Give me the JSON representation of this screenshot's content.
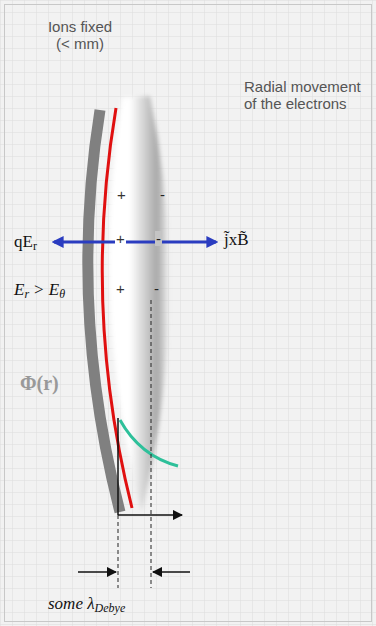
{
  "diagram": {
    "labels": [
      "Ions fixed (< mm)",
      "Radial movement of the electrons",
      "+",
      "+",
      "+",
      "-",
      "-",
      "-",
      "qE",
      "r",
      "j̃xB̃",
      "E",
      "r",
      "> E",
      "θ",
      "Φ(r)",
      "some λ",
      "Debye"
    ]
  }
}
